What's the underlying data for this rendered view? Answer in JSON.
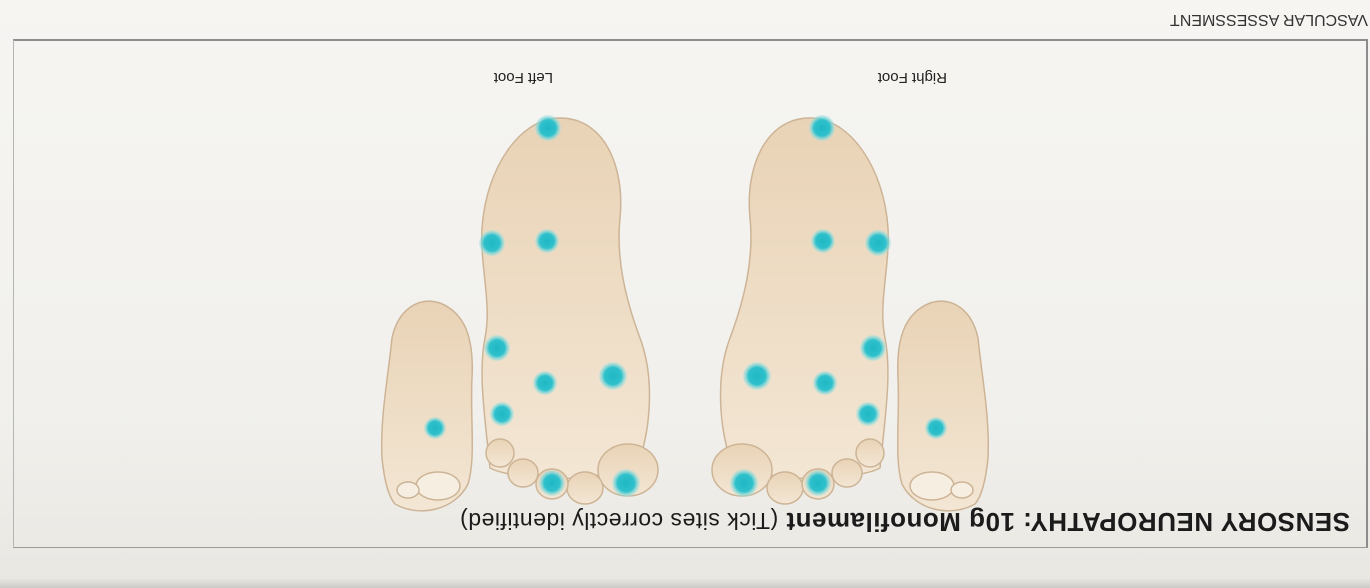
{
  "section_header": "VASCULAR ASSESSMENT",
  "title": {
    "main": "SENSORY NEUROPATHY: 10g Monofilament",
    "sub": "(Tick sites correctly identified)"
  },
  "feet": {
    "right_label": "Right Foot",
    "left_label": "Left Foot"
  },
  "colors": {
    "test_site": "#2fc1cc",
    "skin": "#efdcc3"
  }
}
